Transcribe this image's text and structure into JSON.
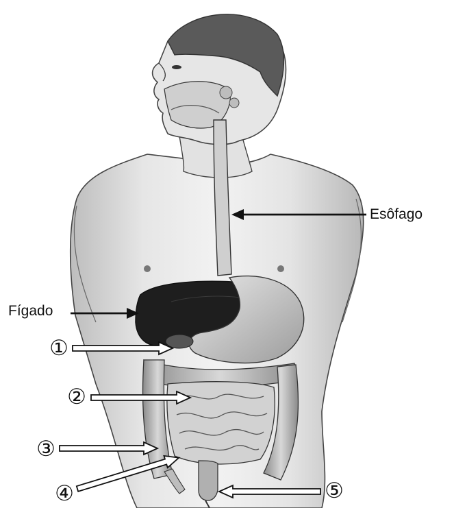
{
  "labels": {
    "esofago": "Esôfago",
    "figado": "Fígado"
  },
  "markers": [
    {
      "id": 1,
      "glyph": "①"
    },
    {
      "id": 2,
      "glyph": "②"
    },
    {
      "id": 3,
      "glyph": "③"
    },
    {
      "id": 4,
      "glyph": "④"
    },
    {
      "id": 5,
      "glyph": "⑤"
    }
  ],
  "colors": {
    "ink": "#111111",
    "skin": "#e9e9e9",
    "liver": "#1e1e1e",
    "organ": "#d9d9d9"
  }
}
